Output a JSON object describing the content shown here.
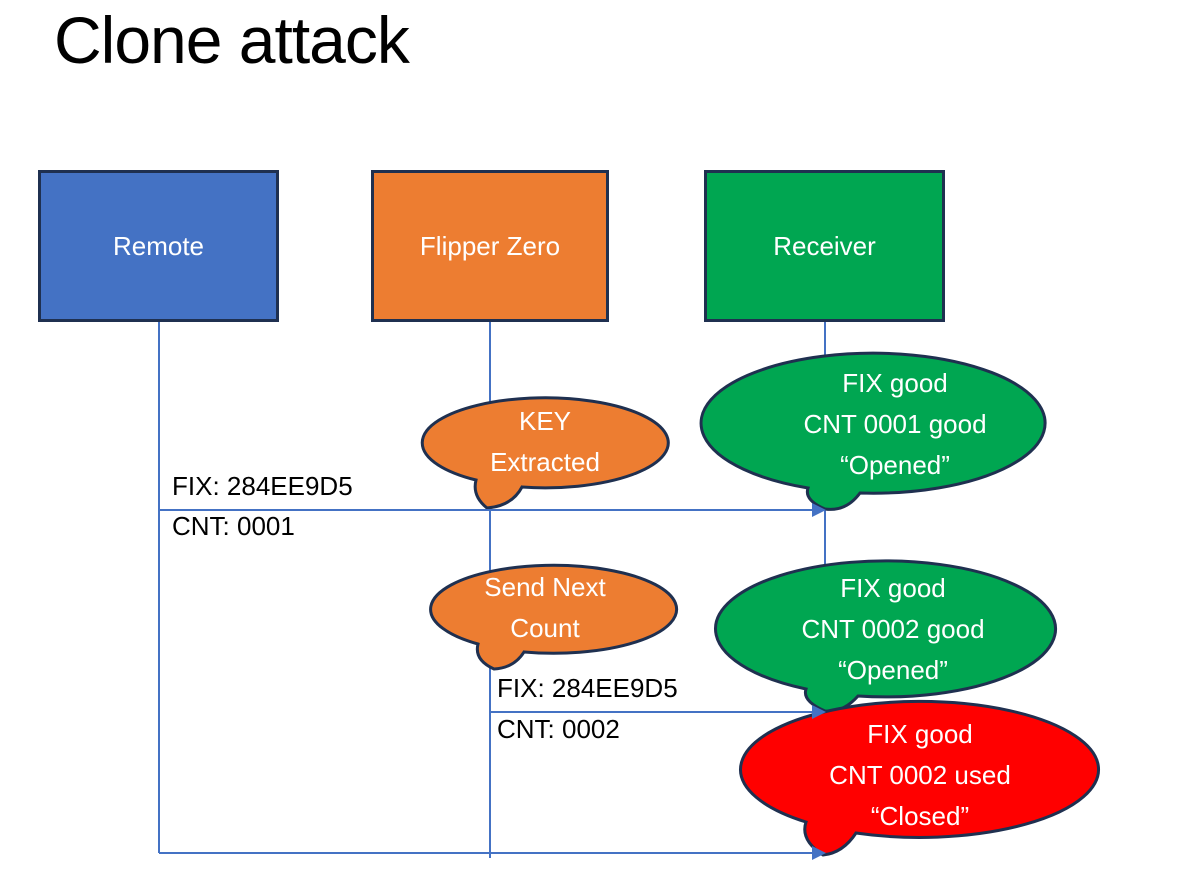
{
  "title": "Clone attack",
  "colors": {
    "actor_blue": "#4472C4",
    "accent_orange": "#ED7D31",
    "accent_green": "#00A651",
    "alert_red": "#FF0000",
    "shape_border_navy": "#1F3050",
    "connector_blue": "#4472C4",
    "text_white": "#FFFFFF",
    "text_black": "#000000"
  },
  "actors": [
    {
      "id": "remote",
      "label": "Remote"
    },
    {
      "id": "flipper-zero",
      "label": "Flipper Zero"
    },
    {
      "id": "receiver",
      "label": "Receiver"
    }
  ],
  "messages": [
    {
      "name": "msg-fix-cnt-0001",
      "from": "remote",
      "to": "receiver",
      "label_top": "FIX: 284EE9D5",
      "label_bottom": "CNT: 0001"
    },
    {
      "name": "msg-fix-cnt-0002",
      "from": "flipper-zero",
      "to": "receiver",
      "label_top": "FIX: 284EE9D5",
      "label_bottom": "CNT: 0002"
    },
    {
      "name": "msg-replay",
      "from": "remote",
      "to": "receiver"
    }
  ],
  "callouts": [
    {
      "id": "key-extracted",
      "color": "orange",
      "lines": [
        "KEY",
        "Extracted"
      ]
    },
    {
      "id": "cnt-0001-good",
      "color": "green",
      "lines": [
        "FIX good",
        "CNT 0001 good",
        "“Opened”"
      ]
    },
    {
      "id": "send-next-count",
      "color": "orange",
      "lines": [
        "Send Next",
        "Count"
      ]
    },
    {
      "id": "cnt-0002-good",
      "color": "green",
      "lines": [
        "FIX good",
        "CNT 0002 good",
        "“Opened”"
      ]
    },
    {
      "id": "cnt-0002-used",
      "color": "red",
      "lines": [
        "FIX good",
        "CNT 0002 used",
        "“Closed”"
      ]
    }
  ]
}
